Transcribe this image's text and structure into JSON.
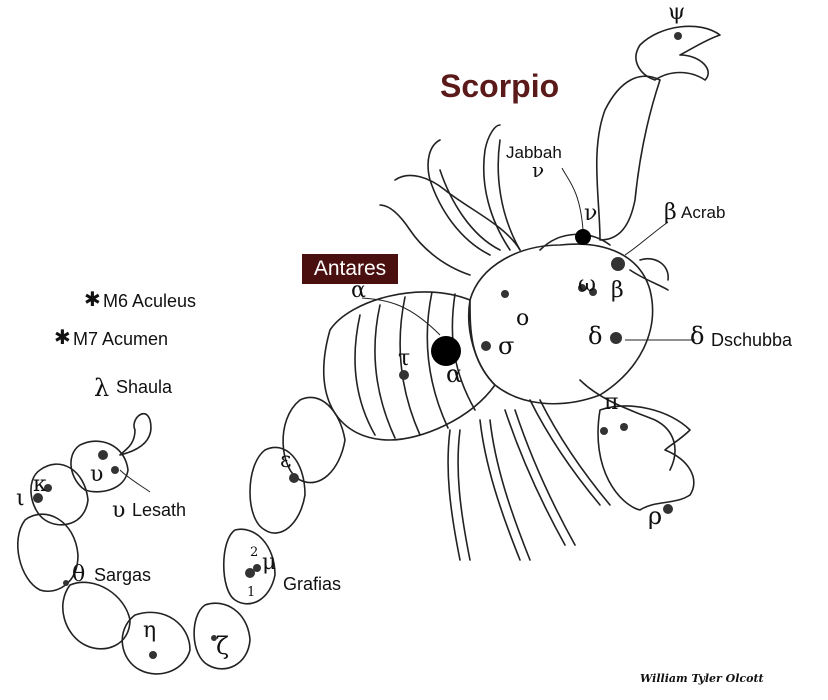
{
  "title": "Scorpio",
  "credit": "William Tyler Olcott",
  "star_names": {
    "jabbah": "Jabbah",
    "acrab": "Acrab",
    "antares": "Antares",
    "dschubba": "Dschubba",
    "shaula": "Shaula",
    "lesath": "Lesath",
    "sargas": "Sargas",
    "grafias": "Grafias"
  },
  "clusters": {
    "m6": "M6 Aculeus",
    "m7": "M7 Acumen"
  },
  "greek": {
    "psi": "ψ",
    "nu_upper": "ν",
    "nu_lower": "ν",
    "beta_acrab": "β",
    "beta_body": "β",
    "omega": "ω",
    "omicron": "ο",
    "sigma": "σ",
    "delta_left": "δ",
    "delta_right": "δ",
    "alpha_upper": "α",
    "alpha_body": "α",
    "tau": "τ",
    "pi": "π",
    "rho": "ρ",
    "epsilon": "ε",
    "mu": "μ",
    "zeta": "ζ",
    "eta": "η",
    "theta": "θ",
    "iota": "ι",
    "kappa": "κ",
    "lambda": "λ",
    "upsilon_tail": "υ",
    "upsilon_lesath": "υ",
    "mu_one": "1",
    "mu_two": "2"
  },
  "cluster_markers": {
    "m6_marker": "✱",
    "m7_marker": "✱"
  },
  "colors": {
    "title": "#5a1a1a",
    "antares_box": "#4a1010",
    "outline": "#222222",
    "star": "#333333"
  }
}
